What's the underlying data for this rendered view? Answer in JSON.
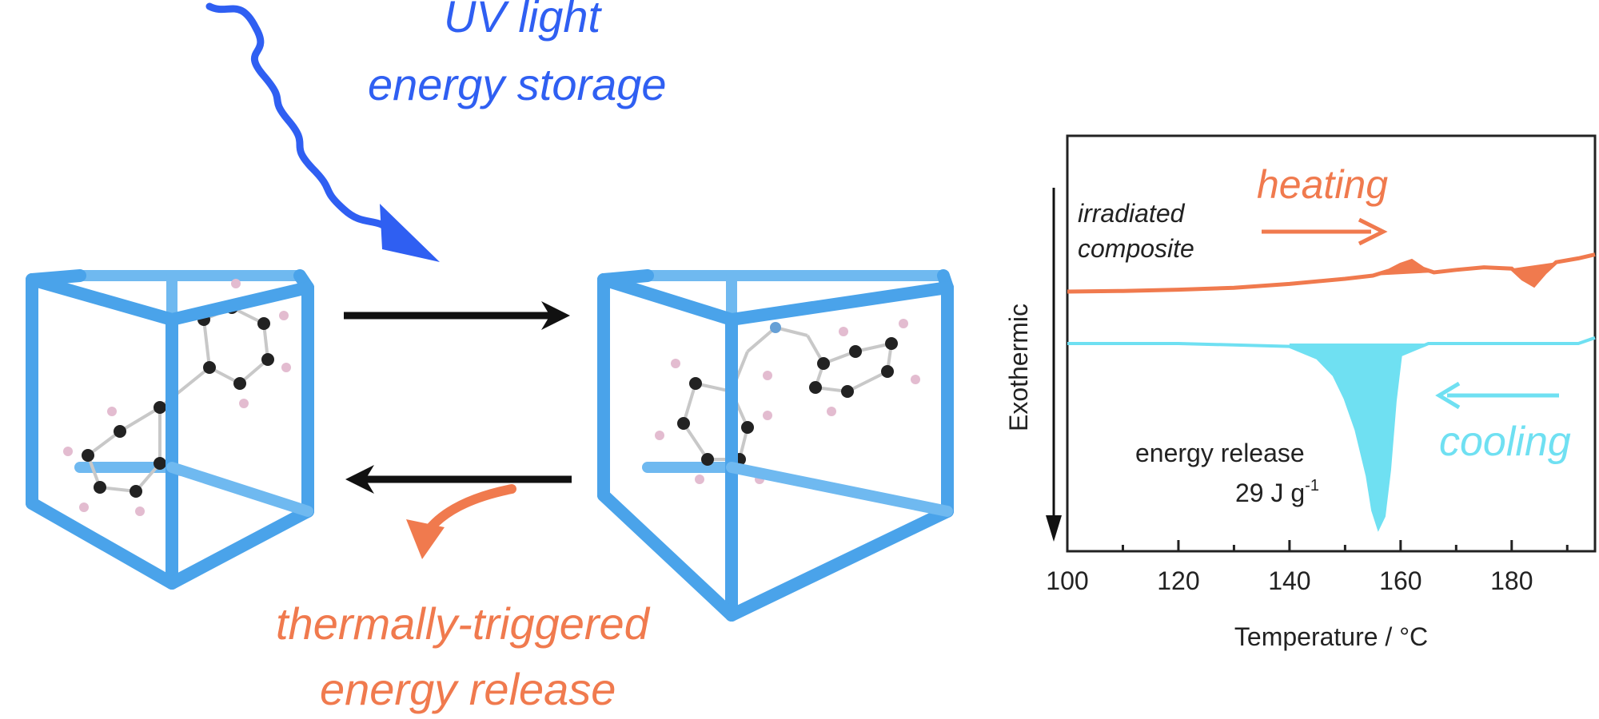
{
  "labels": {
    "uv_line1": "UV light",
    "uv_line2": "energy storage",
    "release_line1": "thermally-triggered",
    "release_line2": "energy release"
  },
  "colors": {
    "uv": "#2f5ff2",
    "heating": "#f07a4e",
    "cooling": "#6fe0f2",
    "frame": "#4aa3ea",
    "reaction_arrow": "#111111"
  },
  "chart_data": {
    "type": "line",
    "xlabel": "Temperature / °C",
    "ylabel": "Exothermic",
    "xlim": [
      100,
      195
    ],
    "x_ticks": [
      100,
      120,
      140,
      160,
      180
    ],
    "annotations": {
      "sample": [
        "irradiated",
        "composite"
      ],
      "heating": "heating",
      "cooling": "cooling",
      "release_text": "energy release",
      "release_value": "29 J g",
      "release_unit_sup": "-1"
    },
    "series": [
      {
        "name": "heating",
        "x": [
          100,
          110,
          120,
          130,
          140,
          150,
          155,
          158,
          160,
          162,
          164,
          166,
          170,
          175,
          180,
          182,
          184,
          186,
          188,
          192,
          195
        ],
        "y": [
          0.0,
          0.01,
          0.03,
          0.06,
          0.12,
          0.2,
          0.25,
          0.33,
          0.42,
          0.48,
          0.36,
          0.3,
          0.34,
          0.38,
          0.36,
          0.2,
          0.1,
          0.3,
          0.46,
          0.52,
          0.58
        ]
      },
      {
        "name": "cooling",
        "x": [
          100,
          120,
          140,
          145,
          148,
          150,
          152,
          154,
          155,
          156,
          157,
          158,
          159,
          160,
          165,
          180,
          192,
          195
        ],
        "y": [
          0.0,
          0.0,
          -0.05,
          -0.25,
          -0.55,
          -0.95,
          -1.5,
          -2.3,
          -2.9,
          -3.2,
          -3.0,
          -2.2,
          -1.0,
          -0.2,
          0.0,
          0.0,
          0.0,
          0.1
        ]
      }
    ]
  }
}
